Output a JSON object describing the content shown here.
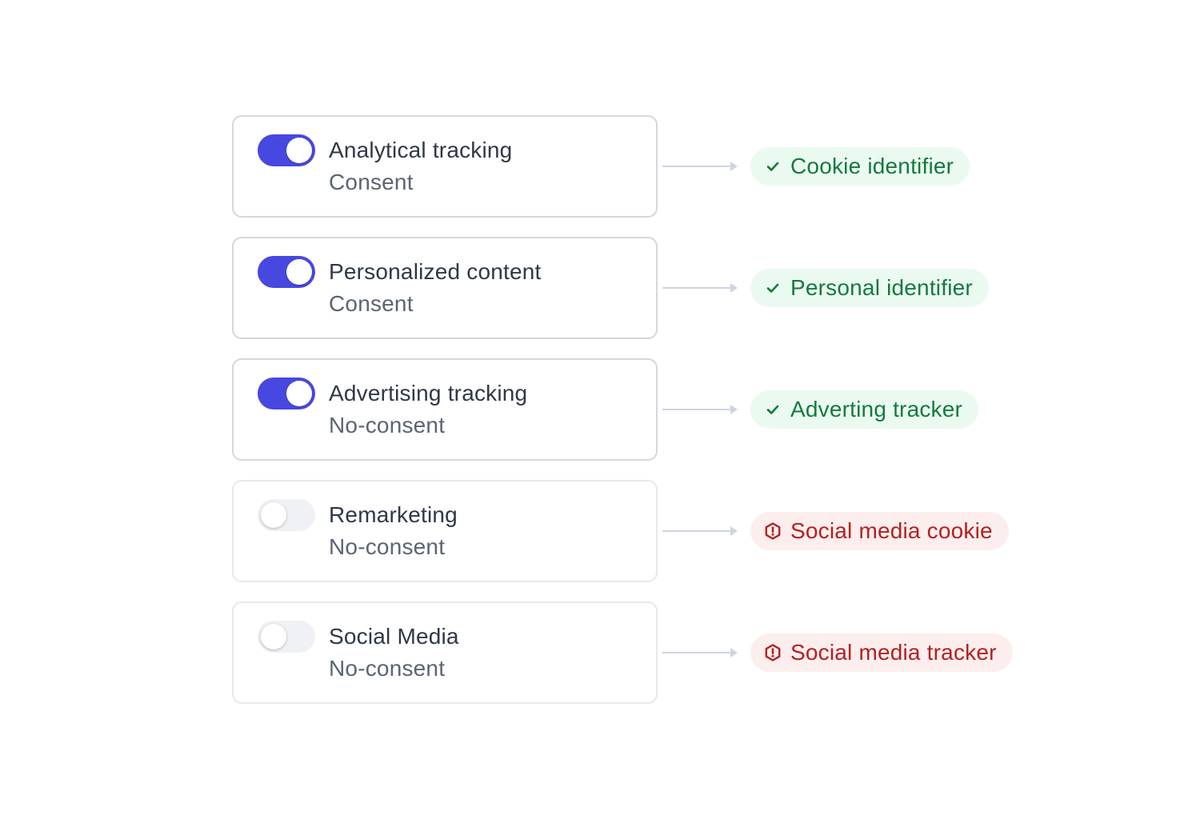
{
  "colors": {
    "toggle_on": "#4648e0",
    "toggle_off": "#f0f1f4",
    "success_bg": "#ebfaf0",
    "success_text": "#147a3f",
    "danger_bg": "#fdeeee",
    "danger_text": "#b42121"
  },
  "items": [
    {
      "title": "Analytical tracking",
      "consent": "Consent",
      "enabled": true,
      "badge": {
        "label": "Cookie identifier",
        "status": "ok",
        "icon": "check-icon"
      }
    },
    {
      "title": "Personalized content",
      "consent": "Consent",
      "enabled": true,
      "badge": {
        "label": "Personal identifier",
        "status": "ok",
        "icon": "check-icon"
      }
    },
    {
      "title": "Advertising tracking",
      "consent": "No-consent",
      "enabled": true,
      "badge": {
        "label": "Adverting tracker",
        "status": "ok",
        "icon": "check-icon"
      }
    },
    {
      "title": "Remarketing",
      "consent": "No-consent",
      "enabled": false,
      "badge": {
        "label": "Social media cookie",
        "status": "warn",
        "icon": "alert-octagon-icon"
      }
    },
    {
      "title": "Social Media",
      "consent": "No-consent",
      "enabled": false,
      "badge": {
        "label": "Social media tracker",
        "status": "warn",
        "icon": "alert-octagon-icon"
      }
    }
  ]
}
